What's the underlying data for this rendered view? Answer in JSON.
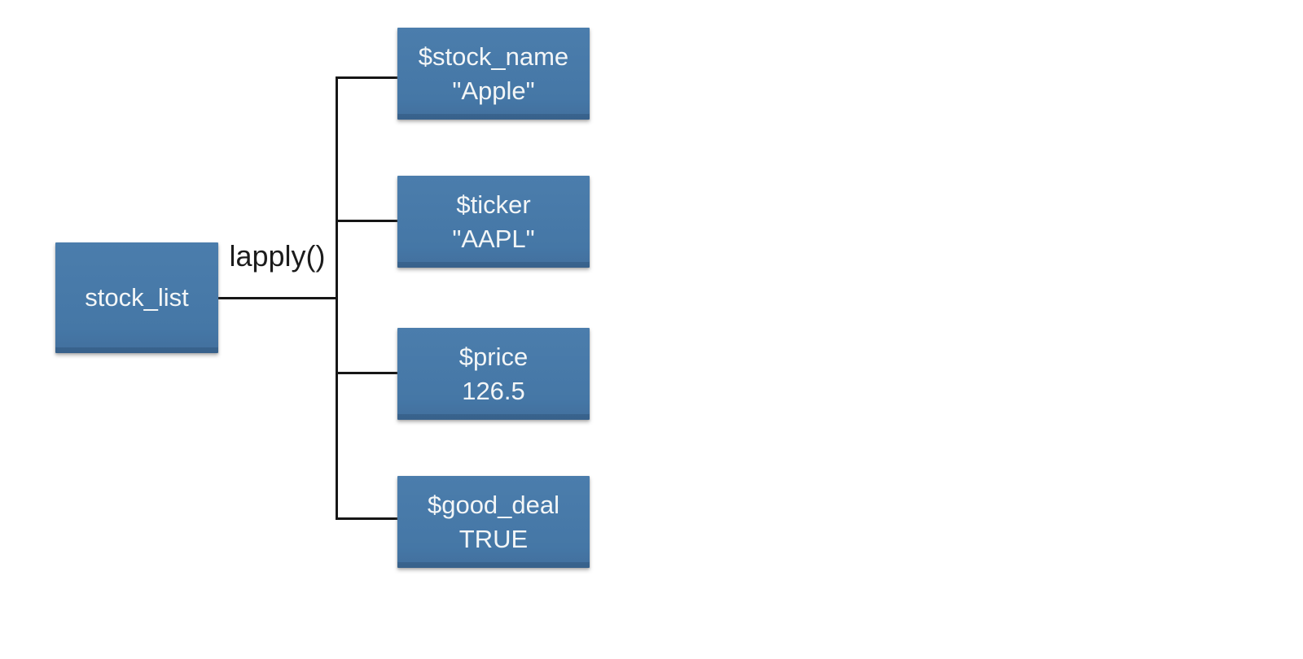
{
  "diagram": {
    "type": "tree",
    "description": "R list structure diagram: stock_list with lapply() over four named elements",
    "root": {
      "label": "stock_list"
    },
    "edge_label": "lapply()",
    "children": [
      {
        "name": "$stock_name",
        "value": "\"Apple\""
      },
      {
        "name": "$ticker",
        "value": "\"AAPL\""
      },
      {
        "name": "$price",
        "value": "126.5"
      },
      {
        "name": "$good_deal",
        "value": "TRUE"
      }
    ],
    "colors": {
      "node_fill": "#4678a8",
      "node_text": "#f3f6f7",
      "connector_line": "#161616",
      "edge_label_text": "#1c1c1c",
      "background": "#ffffff"
    }
  }
}
